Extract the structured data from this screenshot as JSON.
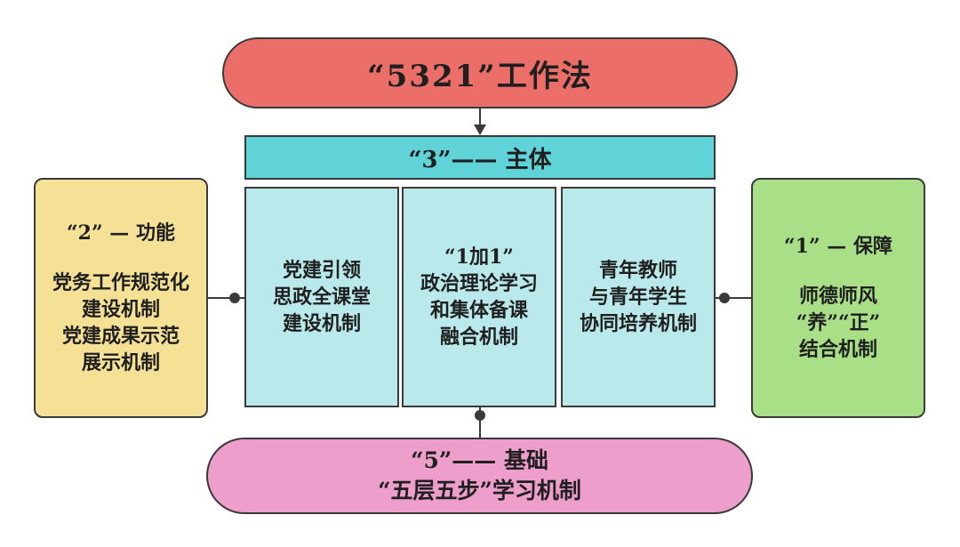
{
  "title": "“5321”工作法",
  "subject": {
    "heading": "“3”—— 主体",
    "columns": [
      {
        "lines": [
          "党建引领",
          "思政全课堂",
          "建设机制"
        ]
      },
      {
        "lines": [
          "“1加1”",
          "政治理论学习",
          "和集体备课",
          "融合机制"
        ]
      },
      {
        "lines": [
          "青年教师",
          "与青年学生",
          "协同培养机制"
        ]
      }
    ]
  },
  "function": {
    "heading": "“2” — 功能",
    "lines": [
      "党务工作规范化",
      "建设机制",
      "党建成果示范",
      "展示机制"
    ]
  },
  "guarantee": {
    "heading": "“1” — 保障",
    "lines": [
      "师德师风",
      "“养”“正”",
      "结合机制"
    ]
  },
  "foundation": {
    "lines": [
      "“5”—— 基础",
      "“五层五步”学习机制"
    ]
  },
  "colors": {
    "title_bg": "#ec6e68",
    "subject_bar_bg": "#5fd3d8",
    "subject_column_bg": "#b9e9ea",
    "function_bg": "#f5e196",
    "guarantee_bg": "#a8df87",
    "foundation_bg": "#ee9ecb",
    "border": "#3a3a3a"
  }
}
